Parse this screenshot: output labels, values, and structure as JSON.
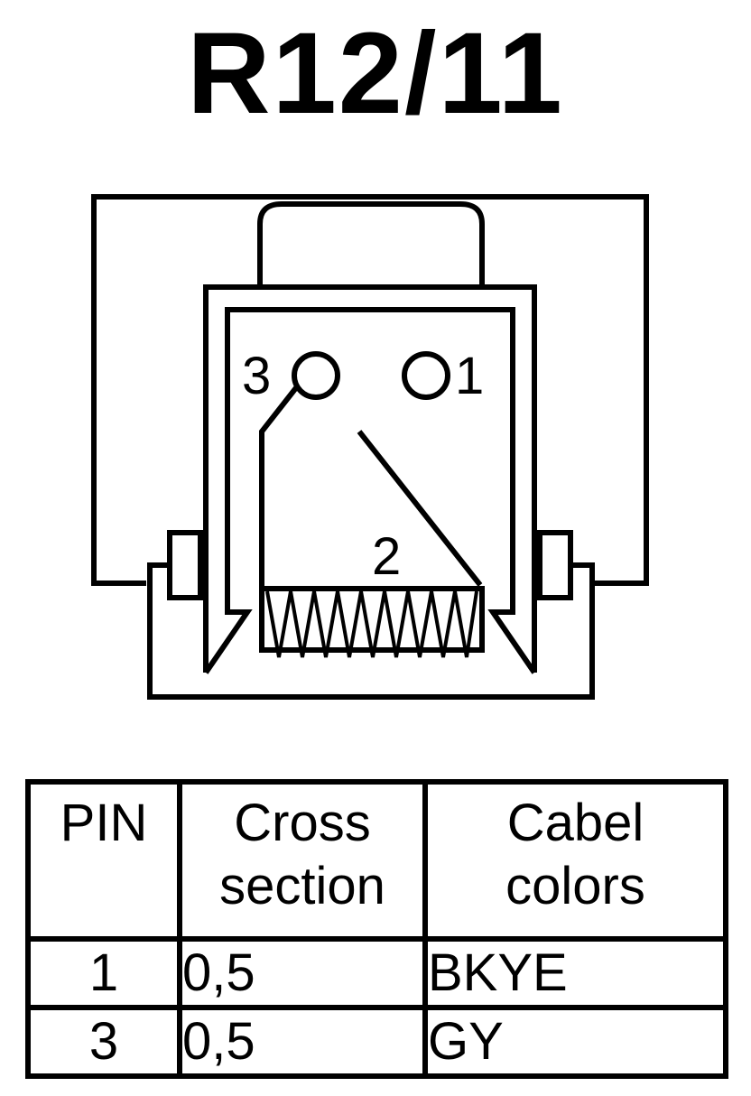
{
  "title": "R12/11",
  "connector": {
    "pins": [
      {
        "label": "3"
      },
      {
        "label": "1"
      },
      {
        "label": "2"
      }
    ]
  },
  "table": {
    "headers": [
      {
        "line1": "PIN",
        "line2": ""
      },
      {
        "line1": "Cross",
        "line2": "section"
      },
      {
        "line1": "Cabel",
        "line2": "colors"
      }
    ],
    "rows": [
      {
        "pin": "1",
        "cross_section": "0,5",
        "color": "BKYE"
      },
      {
        "pin": "3",
        "cross_section": "0,5",
        "color": "GY"
      }
    ]
  }
}
